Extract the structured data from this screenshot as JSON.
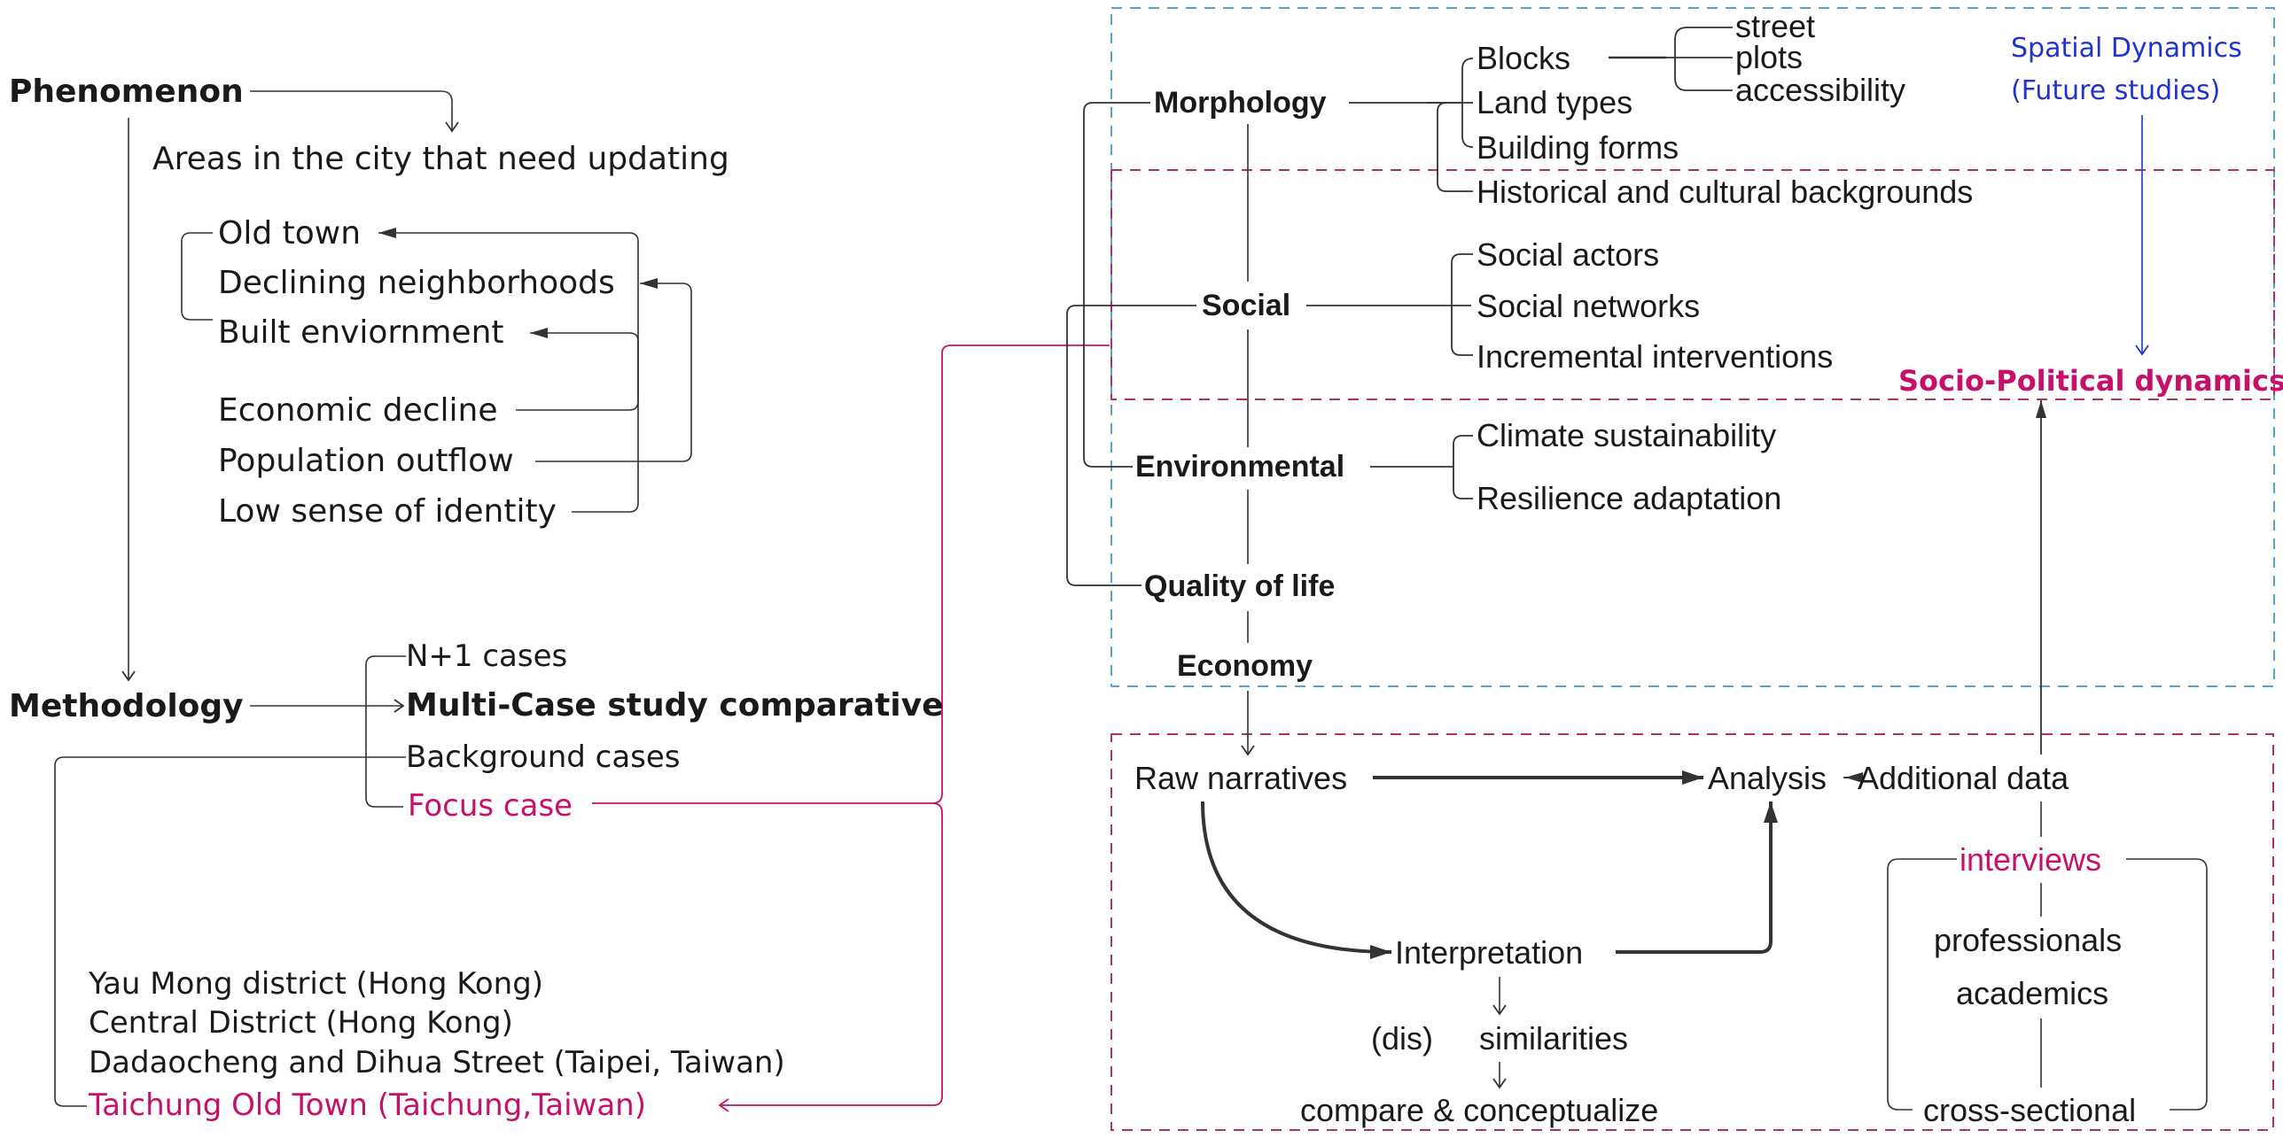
{
  "colors": {
    "text": "#1a1a1a",
    "accent_pink": "#c8106a",
    "accent_blue": "#2233cc",
    "box_blue": "#5aa0d0",
    "box_pink": "#b0306a",
    "line": "#333333"
  },
  "left": {
    "phenomenon": {
      "title": "Phenomenon",
      "subtitle": "Areas in the city that need updating",
      "areas": [
        "Old town",
        "Declining neighborhoods",
        "Built enviornment"
      ],
      "causes": [
        "Economic decline",
        "Population outflow",
        "Low sense of identity"
      ]
    },
    "methodology": {
      "title": "Methodology",
      "options": [
        "N+1 cases",
        "Multi-Case study comparative",
        "Background cases",
        "Focus case"
      ],
      "cases": [
        "Yau Mong district (Hong Kong)",
        "Central District (Hong Kong)",
        "Dadaocheng and Dihua Street (Taipei, Taiwan)",
        "Taichung Old Town (Taichung,Taiwan)"
      ]
    }
  },
  "right": {
    "dimensions": {
      "morphology": {
        "label": "Morphology",
        "children": [
          "Blocks",
          "Land types",
          "Building forms",
          "Historical and cultural backgrounds"
        ],
        "block_children": [
          "street",
          "plots",
          "accessibility"
        ]
      },
      "social": {
        "label": "Social",
        "children": [
          "Social actors",
          "Social networks",
          "Incremental interventions"
        ]
      },
      "environmental": {
        "label": "Environmental",
        "children": [
          "Climate sustainability",
          "Resilience adaptation"
        ]
      },
      "quality": {
        "label": "Quality of life"
      },
      "economy": {
        "label": "Economy"
      }
    },
    "spatial_dynamics": {
      "line1": "Spatial Dynamics",
      "line2": "(Future studies)"
    },
    "socio_political": "Socio-Political dynamics",
    "process": {
      "raw": "Raw narratives",
      "analysis": "Analysis",
      "additional": "Additional data",
      "interpretation": "Interpretation",
      "dis": "(dis)",
      "similarities": "similarities",
      "compare": "compare & conceptualize",
      "interviews": "interviews",
      "professionals": "professionals",
      "academics": "academics",
      "cross_sectional": "cross-sectional"
    }
  }
}
